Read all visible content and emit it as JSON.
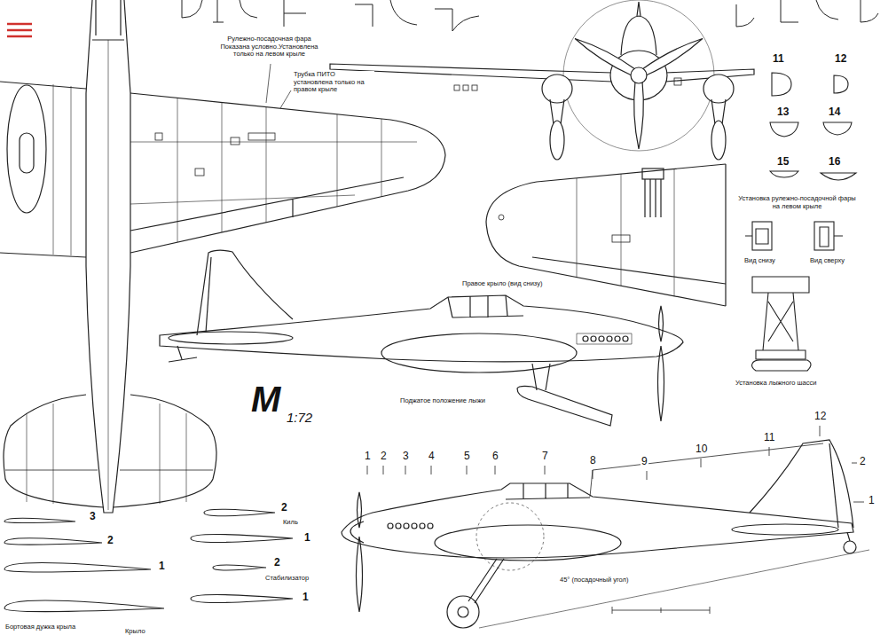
{
  "diagram": {
    "labels": [
      "Рулежно-посадочная фара Показана условно.Установлена только на левом крыле",
      "Трубка ПИТО установлена только на правом крыле",
      "11",
      "12",
      "13",
      "14",
      "15",
      "16",
      "Установка рулежно-посадочной фары на левом крыле",
      "Вид снизу",
      "Вид сверху",
      "Правое крыло (вид снизу)",
      "Установка лыжного шасси",
      "М",
      "1:72",
      "Поджатое положение лыжи",
      "1",
      "2",
      "3",
      "4",
      "5",
      "6",
      "7",
      "8",
      "9",
      "10",
      "11",
      "12",
      "2",
      "1",
      "45° (посадочный угол)",
      "3",
      "2",
      "1",
      "2",
      "Киль",
      "1",
      "2",
      "Стабилизатор",
      "1",
      "Бортовая дужка крыла",
      "Крыло"
    ]
  }
}
